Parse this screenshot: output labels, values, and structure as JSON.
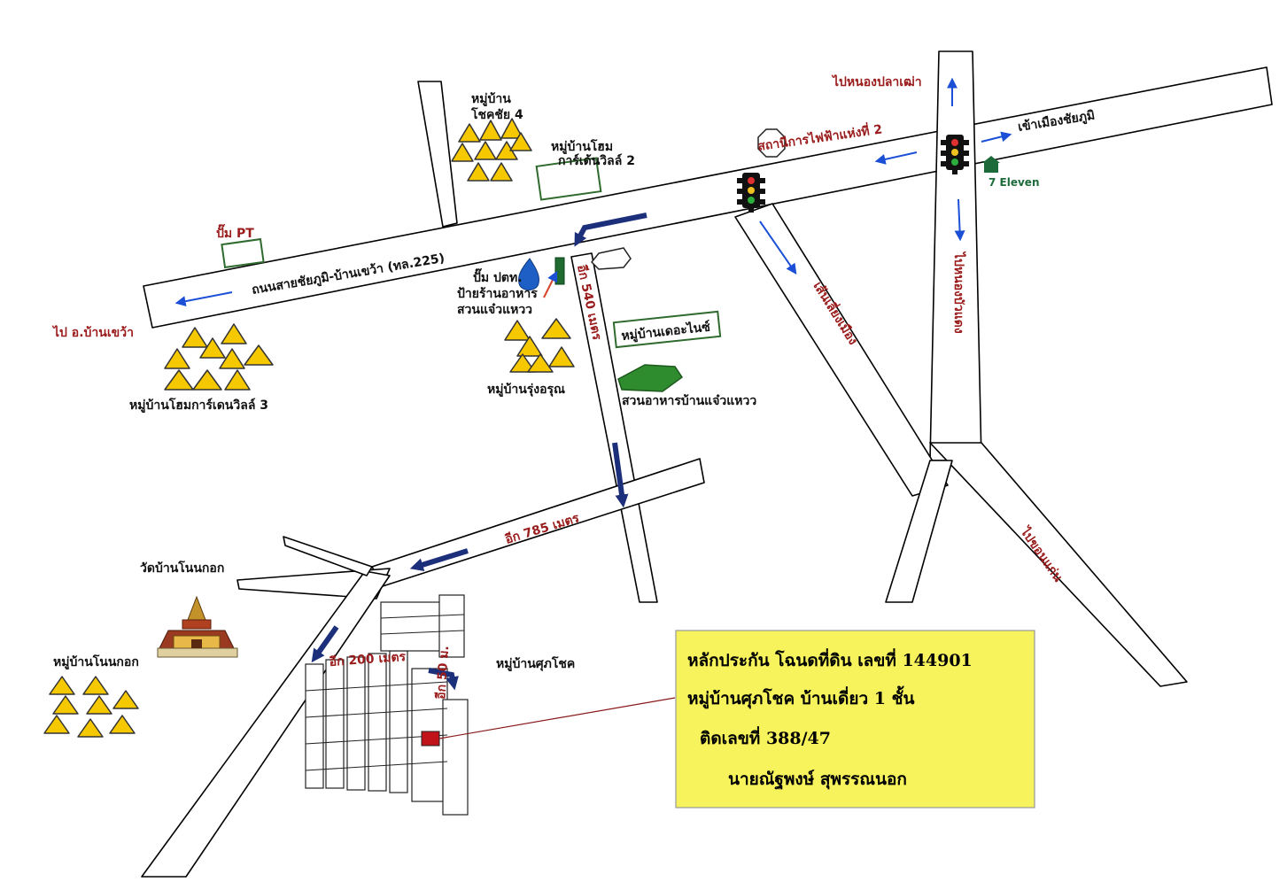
{
  "map": {
    "main_road_label": "ถนนสายชัยภูมิ-บ้านเขว้า (ทล.225)",
    "directions": {
      "to_ban_khwao": "ไป อ.บ้านเขว้า",
      "to_nong_pla_thao": "ไปหนองปลาเฒ่า",
      "to_city": "เข้าเมืองชัยภูมิ",
      "to_nong_bua_daeng": "ไปหนองบัวแดง",
      "to_khon_kaen": "ไปขอนแก่น",
      "bypass": "เส้นเลี่ยงเมือง"
    },
    "distances": {
      "d540": "อีก 540 เมตร",
      "d785": "อีก 785 เมตร",
      "d200": "อีก 200 เมตร",
      "d50": "อีก 50 ม."
    },
    "landmarks": {
      "chokchai4_line1": "หมู่บ้าน",
      "chokchai4_line2": "โชคชัย 4",
      "homegarden2_line1": "หมู่บ้านโฮม",
      "homegarden2_line2": "การ์เด้นวิลล์ 2",
      "pump_pt": "ปั๊ม PT",
      "pump_ptt": "ปั๊ม ปตท.",
      "restaurant_sign_line1": "ป้ายร้านอาหาร",
      "restaurant_sign_line2": "สวนแจ๋วแหวว",
      "homegarden3": "หมู่บ้านโฮมการ์เดนวิลล์ 3",
      "rungarun": "หมู่บ้านรุ่งอรุณ",
      "the_design": "หมู่บ้านเดอะไนซ์",
      "restaurant": "สวนอาหารบ้านแจ๋วแหวว",
      "electricity": "สถานีการไฟฟ้าแห่งที่ 2",
      "seven_eleven": "7 Eleven",
      "temple": "วัดบ้านโนนกอก",
      "nonkok_village": "หมู่บ้านโนนกอก",
      "supachok": "หมู่บ้านศุภโชค"
    },
    "colors": {
      "road_outline": "#000000",
      "village_triangle": "#f5c800",
      "label_red": "#9a1b1b",
      "arrow_blue": "#1a4fd6",
      "route_arrow": "#1c2f7a",
      "info_box": "#f7f35c",
      "target_plot": "#c0141a",
      "restaurant_green": "#2e8b2e"
    },
    "icons": [
      "traffic-light-icon",
      "octagon-sign-icon",
      "water-drop-icon",
      "temple-icon",
      "store-icon",
      "village-triangle-icon"
    ]
  },
  "info": {
    "line1": "หลักประกัน โฉนดที่ดิน เลขที่  144901",
    "line2": "หมู่บ้านศุภโชค    บ้านเดี่ยว  1 ชั้น",
    "line3": "ติดเลขที่ 388/47",
    "line4": "นายณัฐพงษ์   สุพรรณนอก"
  }
}
